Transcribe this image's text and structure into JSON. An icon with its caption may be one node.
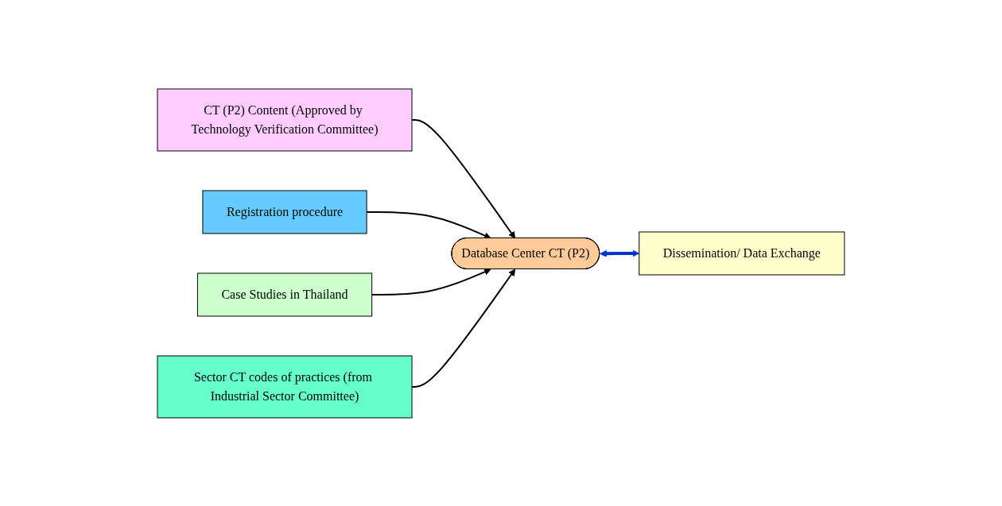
{
  "diagram": {
    "nodes": [
      {
        "text": [
          "CT (P2) Content (Approved by Technology Verification Committee)"
        ]
      },
      {
        "text": [
          "Registration procedure"
        ]
      },
      {
        "text": [
          "Case Studies in Thailand"
        ]
      },
      {
        "text": [
          "Database Center CT (P2)"
        ]
      },
      {
        "text": [
          "Dissemination/ Data Exchange"
        ]
      },
      {
        "text": [
          "Sector CT codes of practices (from Industrial Sector Committee)"
        ]
      }
    ],
    "edges": [
      {
        "from": 0,
        "to": 3,
        "arrow": "to"
      },
      {
        "from": 1,
        "to": 3,
        "arrow": "to"
      },
      {
        "from": 2,
        "to": 3,
        "arrow": "to"
      },
      {
        "from": 3,
        "to": 4,
        "arrow": "both",
        "style": "thick",
        "color": "#0033cc"
      },
      {
        "from": 5,
        "to": 3,
        "arrow": "to"
      }
    ]
  }
}
